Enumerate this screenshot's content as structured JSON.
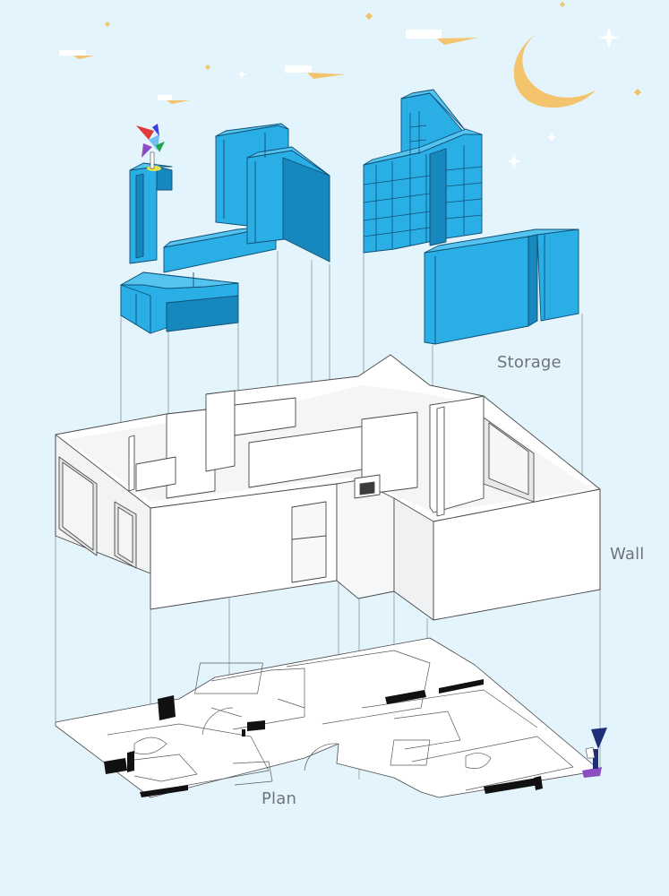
{
  "labels": {
    "storage": "Storage",
    "wall": "Wall",
    "plan": "Plan"
  },
  "colors": {
    "background": "#e3f4fc",
    "cabinet_top": "#55c3ef",
    "cabinet_front": "#2aaee6",
    "cabinet_side": "#1788bd",
    "cabinet_edge": "#0f4f75",
    "wall_front": "#ffffff",
    "wall_side": "#f0f1f2",
    "wall_edge": "#4a4a4a",
    "moon": "#f3c46b",
    "star": "#f3c46b"
  },
  "icons": [
    "moon-icon",
    "star-icon",
    "sparkle-icon",
    "wizard-figure-icon",
    "bird-icon"
  ]
}
